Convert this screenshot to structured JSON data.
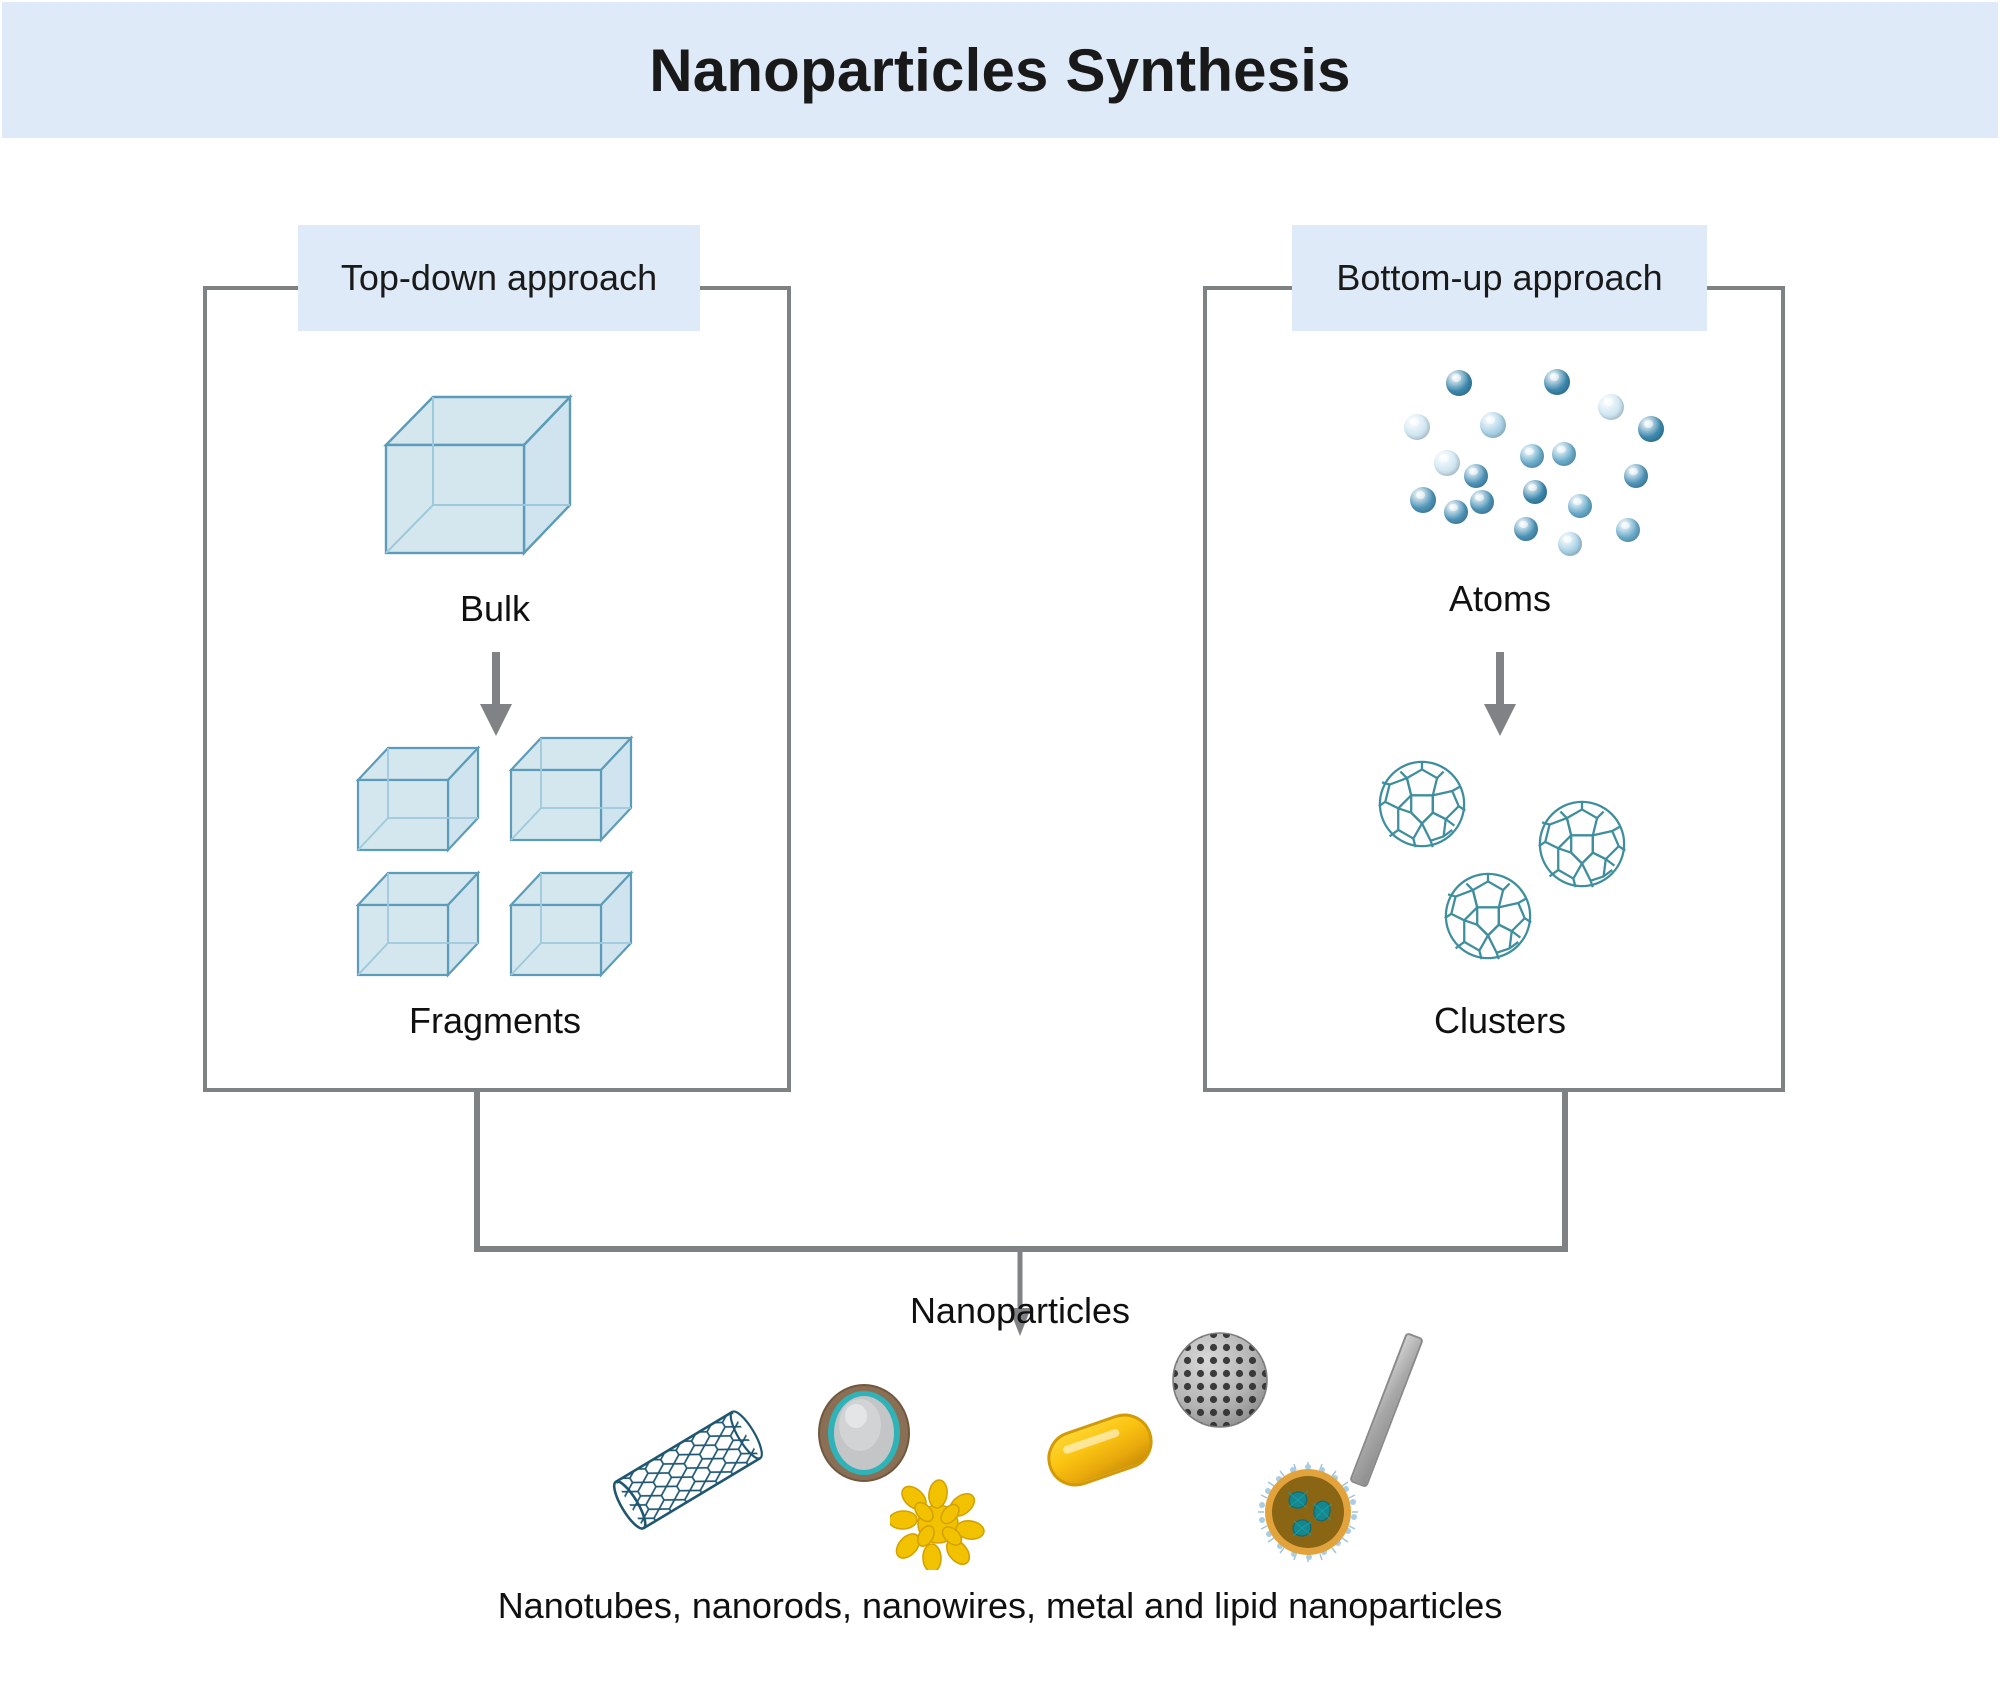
{
  "header": {
    "title": "Nanoparticles Synthesis",
    "banner_color": "#deeaf7"
  },
  "colors": {
    "banner_blue": "#deeaf7",
    "frame_gray": "#7f8284",
    "arrow_gray": "#808285",
    "cube_fill": "#d4e7ef",
    "cube_stroke": "#5c9cb8",
    "atom_blue": "#5fa3c4",
    "cluster_teal": "#3e8e9e",
    "gold": "#fbc412",
    "text_black": "#101010"
  },
  "branches": [
    {
      "id": "top-down",
      "label": "Top-down approach",
      "stages": [
        {
          "id": "bulk",
          "label": "Bulk",
          "icon": "bulk-cube",
          "count": 1
        },
        {
          "id": "fragments",
          "label": "Fragments",
          "icon": "fragment-cubes",
          "count": 4
        }
      ]
    },
    {
      "id": "bottom-up",
      "label": "Bottom-up approach",
      "stages": [
        {
          "id": "atoms",
          "label": "Atoms",
          "icon": "atom-dots",
          "count": 20
        },
        {
          "id": "clusters",
          "label": "Clusters",
          "icon": "fullerene-cluster",
          "count": 3
        }
      ]
    }
  ],
  "outcome": {
    "label": "Nanoparticles",
    "caption": "Nanotubes, nanorods, nanowires, metal and lipid nanoparticles",
    "items": [
      {
        "name": "carbon-nanotube",
        "type": "nanotube"
      },
      {
        "name": "core-shell-nanoparticle",
        "type": "core-shell"
      },
      {
        "name": "gold-dendritic-nanoparticle",
        "type": "dendrite"
      },
      {
        "name": "gold-nanorod",
        "type": "nanorod"
      },
      {
        "name": "porous-nanoparticle",
        "type": "porous-sphere"
      },
      {
        "name": "lipid-nanoparticle",
        "type": "lipid"
      },
      {
        "name": "nanowire",
        "type": "nanowire"
      }
    ]
  },
  "atoms_data": {
    "shades": [
      "#4e94b8",
      "#3c88ad",
      "#75b4d1",
      "#a9d2e6",
      "#cfe6f2",
      "#6aaccb"
    ],
    "positions": [
      [
        38,
        18,
        26,
        "#3c88ad"
      ],
      [
        136,
        17,
        26,
        "#3c88ad"
      ],
      [
        190,
        42,
        26,
        "#cfe6f2"
      ],
      [
        -4,
        62,
        26,
        "#cfe6f2"
      ],
      [
        72,
        60,
        26,
        "#a9d2e6"
      ],
      [
        230,
        64,
        26,
        "#3c88ad"
      ],
      [
        112,
        92,
        24,
        "#6aaccb"
      ],
      [
        144,
        90,
        24,
        "#6aaccb"
      ],
      [
        26,
        98,
        26,
        "#cfe6f2"
      ],
      [
        216,
        112,
        24,
        "#4e94b8"
      ],
      [
        56,
        112,
        24,
        "#4e94b8"
      ],
      [
        2,
        135,
        26,
        "#4e94b8"
      ],
      [
        62,
        138,
        24,
        "#4e94b8"
      ],
      [
        115,
        128,
        24,
        "#3c88ad"
      ],
      [
        36,
        148,
        24,
        "#4e94b8"
      ],
      [
        160,
        142,
        24,
        "#6aaccb"
      ],
      [
        106,
        165,
        24,
        "#4e94b8"
      ],
      [
        208,
        166,
        24,
        "#6aaccb"
      ],
      [
        150,
        180,
        24,
        "#a9d2e6"
      ]
    ]
  }
}
